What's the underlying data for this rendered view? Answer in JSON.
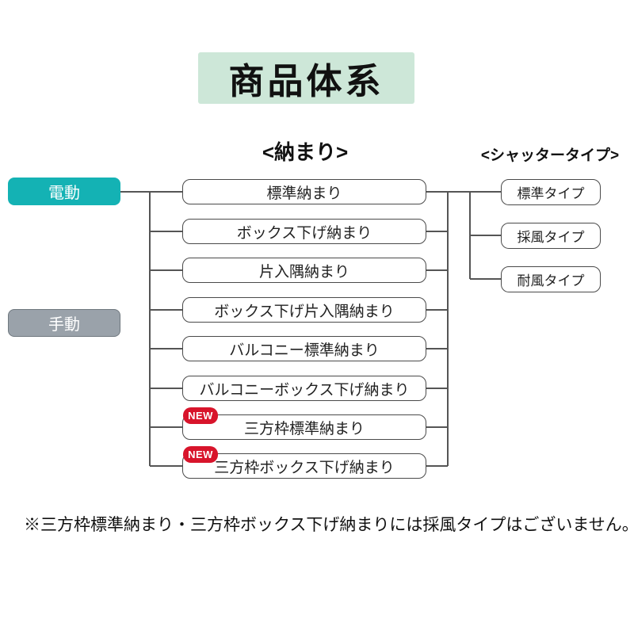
{
  "title": "商品体系",
  "columns": {
    "nakamari": "<納まり>",
    "shutter": "<シャッタータイプ>"
  },
  "drive": {
    "electric": "電動",
    "manual": "手動"
  },
  "badge_label": "NEW",
  "nakamari": {
    "items": [
      {
        "label": "標準納まり"
      },
      {
        "label": "ボックス下げ納まり"
      },
      {
        "label": "片入隅納まり"
      },
      {
        "label": "ボックス下げ片入隅納まり"
      },
      {
        "label": "バルコニー標準納まり"
      },
      {
        "label": "バルコニーボックス下げ納まり"
      },
      {
        "label": "三方枠標準納まり",
        "badge": "NEW"
      },
      {
        "label": "三方枠ボックス下げ納まり",
        "badge": "NEW"
      }
    ]
  },
  "shutter_types": {
    "items": [
      {
        "label": "標準タイプ"
      },
      {
        "label": "採風タイプ"
      },
      {
        "label": "耐風タイプ"
      }
    ]
  },
  "note": "※三方枠標準納まり・三方枠ボックス下げ納まりには採風タイプはございません。",
  "colors": {
    "header_bg": "#cde7d8",
    "electric_bg": "#14b2b4",
    "manual_bg": "#9aa2aa",
    "manual_border": "#6f787f",
    "badge_bg": "#d8142b",
    "box_border": "#4a4a4a",
    "line": "#555555"
  }
}
